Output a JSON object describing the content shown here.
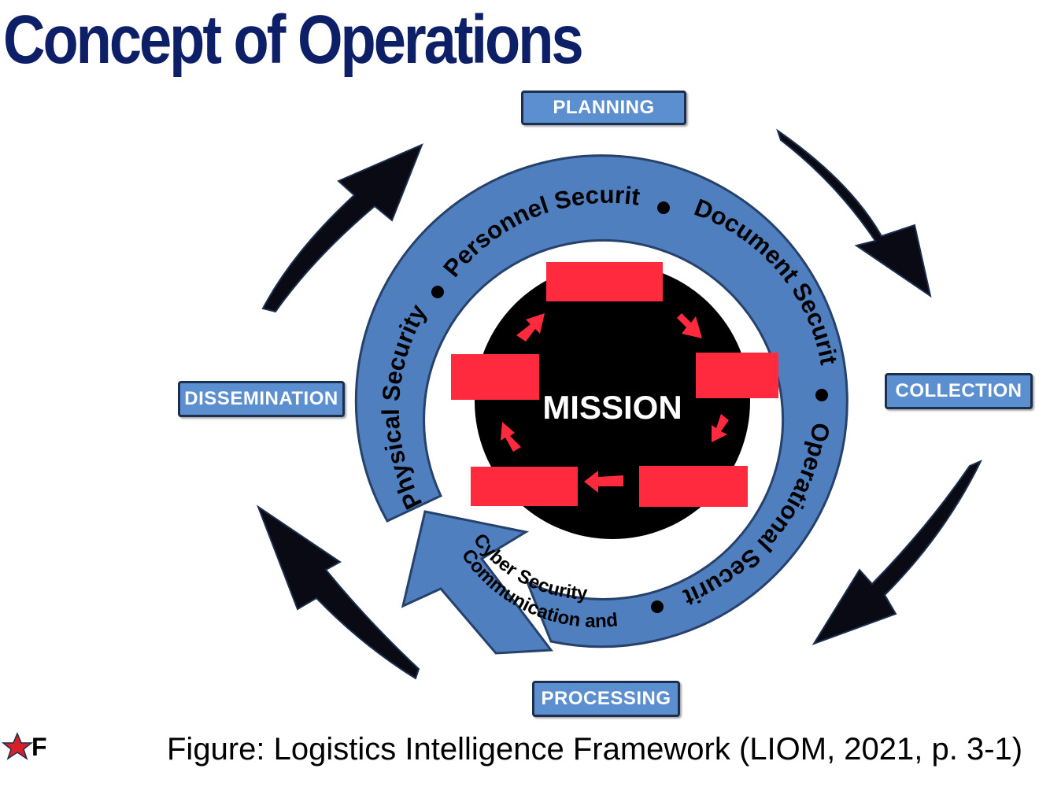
{
  "slide": {
    "title": "Concept of Operations",
    "caption": "Figure:  Logistics Intelligence Framework (LIOM, 2021, p. 3-1)"
  },
  "phases": {
    "planning": "PLANNING",
    "collection": "COLLECTION",
    "processing": "PROCESSING",
    "dissemination": "DISSEMINATION"
  },
  "security_ring": {
    "personnel": "Personnel Security",
    "document": "Document Security",
    "operational": "Operational Security",
    "physical": "Physical Security",
    "comm_line1": "Communication and",
    "comm_line2": "Cyber Security"
  },
  "center": {
    "label": "MISSION"
  },
  "logo": {
    "letter": "F",
    "icon": "star-icon"
  },
  "colors": {
    "title": "#0d1f66",
    "ring_fill": "#4f7fbf",
    "ring_stroke": "#26416b",
    "phase_box": "#5b8fcf",
    "center_disc": "#000000",
    "mission_block": "#ff2a3e",
    "outer_arrows": "#0a0a14"
  }
}
